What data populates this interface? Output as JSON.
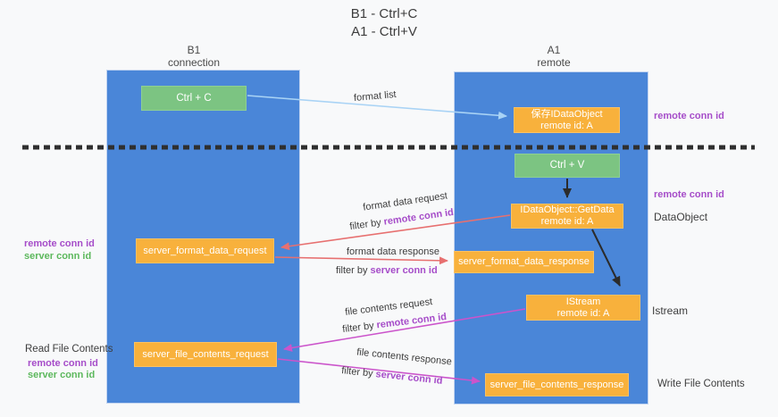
{
  "title": {
    "line1": "B1 - Ctrl+C",
    "line2": "A1 - Ctrl+V"
  },
  "lanes": {
    "left": {
      "name": "B1",
      "role": "connection"
    },
    "right": {
      "name": "A1",
      "role": "remote"
    }
  },
  "nodes": {
    "ctrl_c": {
      "label": "Ctrl + C"
    },
    "ctrl_v": {
      "label": "Ctrl + V"
    },
    "save_dataobject": {
      "line1": "保存IDataObject",
      "line2": "remote id: A"
    },
    "getdata": {
      "line1": "IDataObject::GetData",
      "line2": "remote id: A"
    },
    "istream": {
      "line1": "IStream",
      "line2": "remote id: A"
    },
    "format_request": {
      "label": "server_format_data_request"
    },
    "format_response": {
      "label": "server_format_data_response"
    },
    "file_request": {
      "label": "server_file_contents_request"
    },
    "file_response": {
      "label": "server_file_contents_response"
    }
  },
  "edge_labels": {
    "format_list": "format list",
    "format_data_request": "format data request",
    "format_data_request_filter": {
      "prefix": "filter by ",
      "id": "remote conn id"
    },
    "format_data_response": "format data response",
    "format_data_response_filter": {
      "prefix": "filter by ",
      "id": "server conn id"
    },
    "file_contents_request": "file contents request",
    "file_contents_request_filter": {
      "prefix": "filter by ",
      "id": "remote conn id"
    },
    "file_contents_response": "file contents response",
    "file_contents_response_filter": {
      "prefix": "filter by ",
      "id": "server conn id"
    }
  },
  "annotations": {
    "right_top_conn": "remote conn id",
    "right_mid_conn": "remote conn id",
    "right_dataobject": "DataObject",
    "right_istream": "Istream",
    "right_write": "Write File Contents",
    "left_mid_remote": "remote conn id",
    "left_mid_server": "server conn id",
    "left_read": "Read File Contents",
    "left_bottom_remote": "remote conn id",
    "left_bottom_server": "server conn id"
  },
  "colors": {
    "lane_blue": "#4a86d8",
    "node_green": "#7cc482",
    "node_orange": "#f8b13c",
    "id_purple": "#a64dc9",
    "id_green": "#5cb85c",
    "arrow_salmon": "#e77070",
    "arrow_magenta": "#cb54cb",
    "arrow_light_blue": "#a9d3f5",
    "arrow_black": "#2b2b2b",
    "dashed_line": "#2f2f2f"
  }
}
